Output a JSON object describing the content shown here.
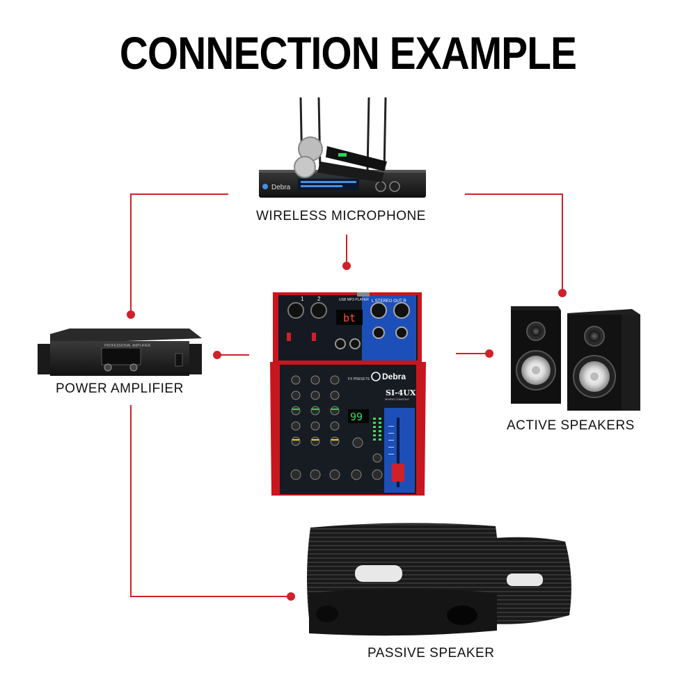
{
  "title": "CONNECTION EXAMPLE",
  "devices": {
    "microphone": {
      "label": "WIRELESS MICROPHONE",
      "brand": "Debra"
    },
    "amplifier": {
      "label": "POWER AMPLIFIER",
      "panel_text": "PROFESSIONAL AMPLIFIER"
    },
    "mixer": {
      "brand": "Debra",
      "model": "SI-4UX",
      "sub": "MIXING CONSOLE",
      "display_top": "bt",
      "display_fx": "99",
      "usb_label": "USB MP3 PLAYER",
      "ch1": "1",
      "ch2": "2",
      "stereo_out": "L  STEREO OUT  R",
      "fx_presets": "FX PRESETS"
    },
    "active_speakers": {
      "label": "ACTIVE SPEAKERS"
    },
    "passive_speaker": {
      "label": "PASSIVE SPEAKER"
    }
  },
  "colors": {
    "line": "#d0202a",
    "mixer_red": "#c8161e",
    "mixer_blue": "#1d4fb8"
  }
}
